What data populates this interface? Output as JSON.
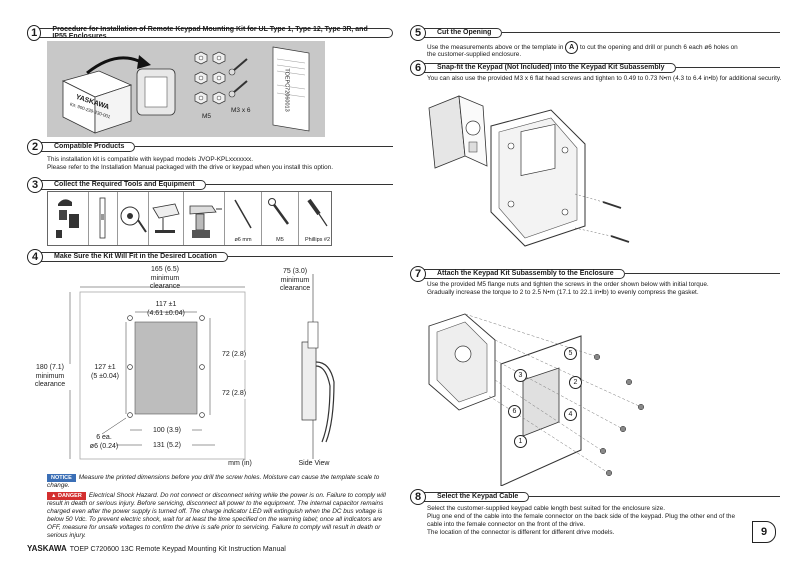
{
  "sections": {
    "s1": {
      "num": "1",
      "title": "Procedure for Installation of Remote Keypad Mounting Kit for UL Type 1, Type 12, Type 3R, and IP55 Enclosures"
    },
    "s2": {
      "num": "2",
      "title": "Compatible Products"
    },
    "s3": {
      "num": "3",
      "title": "Collect the Required Tools and Equipment"
    },
    "s4": {
      "num": "4",
      "title": "Make Sure the Kit Will Fit in the Desired Location"
    },
    "s5": {
      "num": "5",
      "title": "Cut the Opening"
    },
    "s6": {
      "num": "6",
      "title": "Snap-fit the Keypad (Not Included) into the Keypad Kit Subassembly"
    },
    "s7": {
      "num": "7",
      "title": "Attach the Keypad Kit Subassembly to the Enclosure"
    },
    "s8": {
      "num": "8",
      "title": "Select the Keypad Cable"
    }
  },
  "kit": {
    "box_brand": "YASKAWA",
    "box_code": "Kit: 900-239-230-001",
    "m5": "M5",
    "m3": "M3 x 6",
    "doc_code": "TOEPC72060013"
  },
  "compat": {
    "line1": "This installation kit is compatible with keypad models JVOP-KPLxxxxxxx.",
    "line2": "Please refer to the Installation Manual packaged with the drive or keypad when you install this option."
  },
  "tools": {
    "drill": "ø6 mm",
    "m5": "M5",
    "phillips": "Phillips #2"
  },
  "dims": {
    "w165": "165 (6.5)",
    "min_clear": "minimum",
    "clearance": "clearance",
    "w117": "117 ±1",
    "w117b": "(4.61 ±0.04)",
    "h180": "180 (7.1)",
    "h127": "127 ±1",
    "h127b": "(5 ±0.04)",
    "h72a": "72 (2.8)",
    "h72b": "72 (2.8)",
    "w100": "100 (3.9)",
    "w131": "131 (5.2)",
    "holes": "6 ea.",
    "holes_b": "ø6 (0.24)",
    "depth75": "75 (3.0)",
    "units": "mm (in)",
    "side_view": "Side View"
  },
  "notice": {
    "label": "NOTICE",
    "text": "Measure the printed dimensions before you drill the screw holes. Moisture can cause the template scale to change."
  },
  "danger": {
    "label": "DANGER",
    "text": "Electrical Shock Hazard. Do not connect or disconnect wiring while the power is on. Failure to comply will result in death or serious injury. Before servicing, disconnect all power to the equipment. The internal capacitor remains charged even after the power supply is turned off. The charge indicator LED will extinguish when the DC bus voltage is below 50 Vdc. To prevent electric shock, wait for at least the time specified on the warning label; once all indicators are OFF, measure for unsafe voltages to confirm the drive is safe prior to servicing. Failure to comply will result in death or serious injury."
  },
  "footer": {
    "brand": "YASKAWA",
    "doc": "TOEP C720600 13C Remote Keypad Mounting Kit Instruction Manual",
    "page": "9"
  },
  "cut": {
    "text_a": "Use the measurements above or the template in",
    "letter": "A",
    "text_b": "to cut the opening and drill or punch 6 each ø6 holes on",
    "text_c": "the customer-supplied enclosure."
  },
  "snap": {
    "text": "You can also use the provided M3 x 6 flat head screws and tighten to 0.49 to 0.73 N•m (4.3 to 6.4 in•lb) for additional security."
  },
  "attach": {
    "line1": "Use the provided M5 flange nuts and tighten the screws in the order shown below with initial torque.",
    "line2": "Gradually increase the torque to 2 to 2.5 N•m (17.1 to 22.1 in•lb) to evenly compress the gasket.",
    "order": [
      "1",
      "2",
      "3",
      "4",
      "5",
      "6"
    ]
  },
  "cable": {
    "line1": "Select the customer-supplied keypad cable length best suited for the enclosure size.",
    "line2": "Plug one end of the cable into the female connector on the back side of the keypad. Plug the other end of the",
    "line3": "cable into the female connector on the front of the drive.",
    "line4": "The location of the connector is different for different drive models."
  }
}
